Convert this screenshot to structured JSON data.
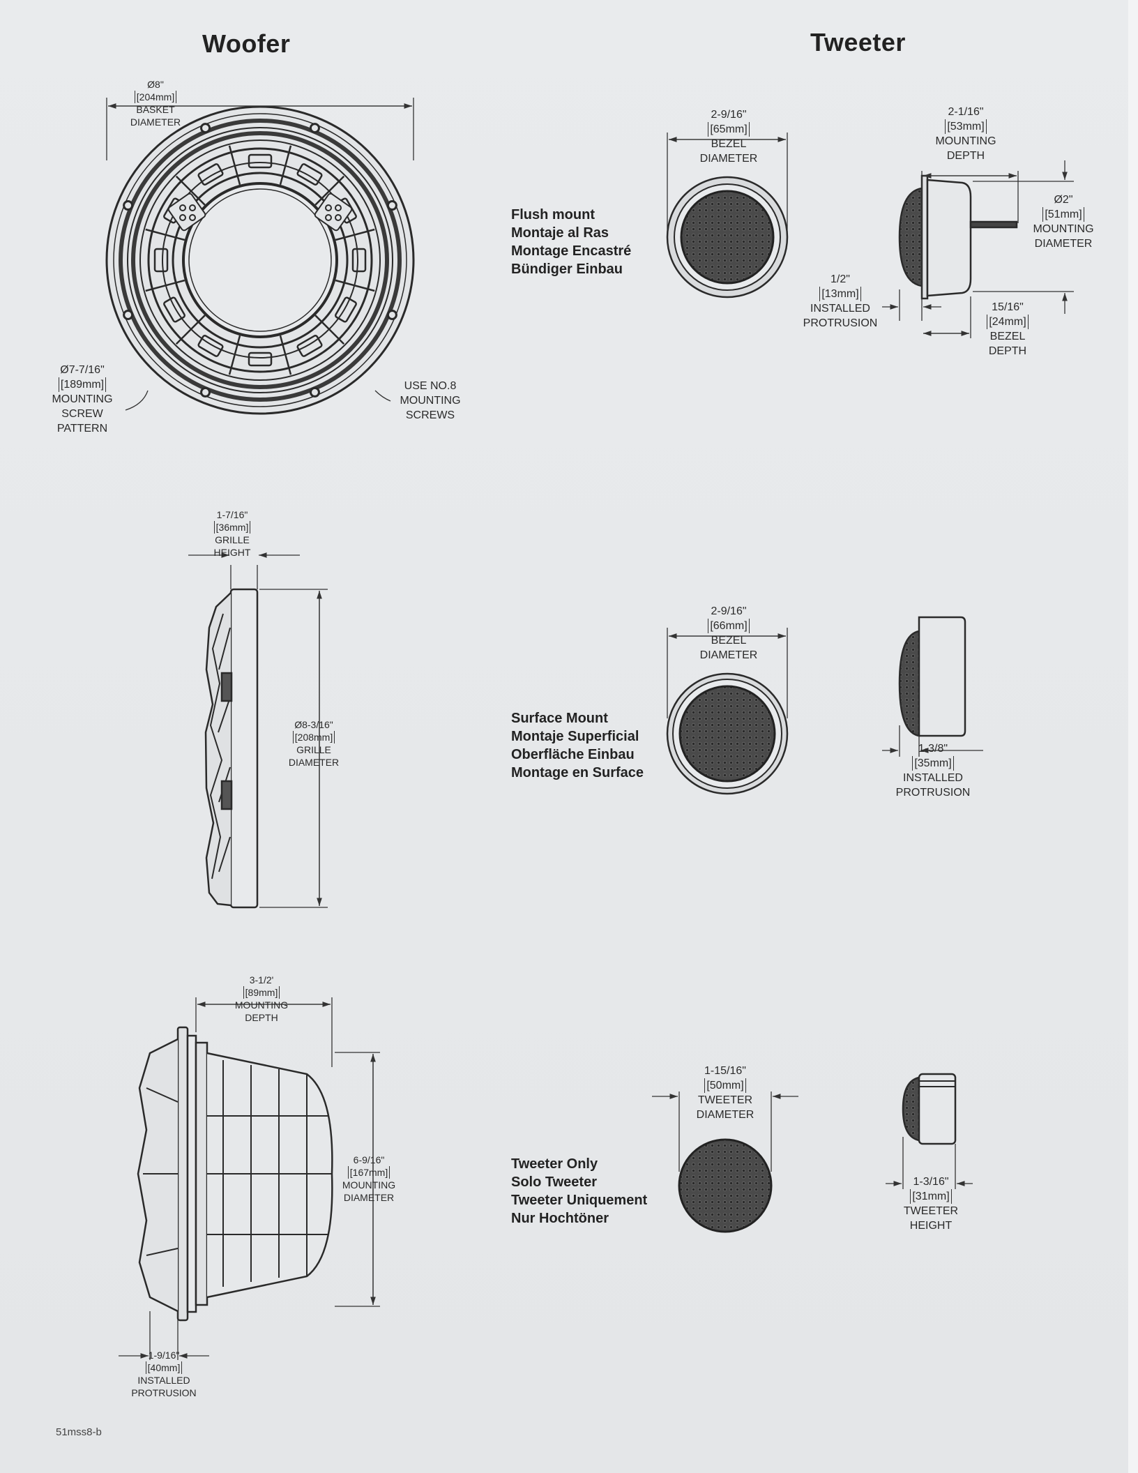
{
  "sections": {
    "woofer_title": "Woofer",
    "tweeter_title": "Tweeter"
  },
  "woofer": {
    "basket": {
      "line1": "Ø8\"",
      "line2": "[204mm]",
      "line3": "BASKET",
      "line4": "DIAMETER"
    },
    "screw_pattern": {
      "line1": "Ø7-7/16\"",
      "line2": "[189mm]",
      "line3": "MOUNTING",
      "line4": "SCREW",
      "line5": "PATTERN"
    },
    "screws": {
      "line1": "USE NO.8",
      "line2": "MOUNTING",
      "line3": "SCREWS"
    },
    "grille_height": {
      "line1": "1-7/16\"",
      "line2": "[36mm]",
      "line3": "GRILLE",
      "line4": "HEIGHT"
    },
    "grille_diameter": {
      "line1": "Ø8-3/16\"",
      "line2": "[208mm]",
      "line3": "GRILLE",
      "line4": "DIAMETER"
    },
    "mounting_depth": {
      "line1": "3-1/2'",
      "line2": "[89mm]",
      "line3": "MOUNTING",
      "line4": "DEPTH"
    },
    "mounting_diameter": {
      "line1": "6-9/16\"",
      "line2": "[167mm]",
      "line3": "MOUNTING",
      "line4": "DIAMETER"
    },
    "protrusion": {
      "line1": "1-9/16\"",
      "line2": "[40mm]",
      "line3": "INSTALLED",
      "line4": "PROTRUSION"
    }
  },
  "flush": {
    "labels": [
      "Flush mount",
      "Montaje al Ras",
      "Montage Encastré",
      "Bündiger Einbau"
    ],
    "bezel": {
      "line1": "2-9/16\"",
      "line2": "[65mm]",
      "line3": "BEZEL",
      "line4": "DIAMETER"
    },
    "depth": {
      "line1": "2-1/16\"",
      "line2": "[53mm]",
      "line3": "MOUNTING",
      "line4": "DEPTH"
    },
    "mount_dia": {
      "line1": "Ø2\"",
      "line2": "[51mm]",
      "line3": "MOUNTING",
      "line4": "DIAMETER"
    },
    "protrusion": {
      "line1": "1/2\"",
      "line2": "[13mm]",
      "line3": "INSTALLED",
      "line4": "PROTRUSION"
    },
    "bezel_depth": {
      "line1": "15/16\"",
      "line2": "[24mm]",
      "line3": "BEZEL",
      "line4": "DEPTH"
    }
  },
  "surface": {
    "labels": [
      "Surface Mount",
      "Montaje Superficial",
      "Oberfläche Einbau",
      "Montage en Surface"
    ],
    "bezel": {
      "line1": "2-9/16\"",
      "line2": "[66mm]",
      "line3": "BEZEL",
      "line4": "DIAMETER"
    },
    "protrusion": {
      "line1": "1-3/8\"",
      "line2": "[35mm]",
      "line3": "INSTALLED",
      "line4": "PROTRUSION"
    }
  },
  "tweeter_only": {
    "labels": [
      "Tweeter Only",
      "Solo Tweeter",
      "Tweeter Uniquement",
      "Nur Hochtöner"
    ],
    "diameter": {
      "line1": "1-15/16\"",
      "line2": "[50mm]",
      "line3": "TWEETER",
      "line4": "DIAMETER"
    },
    "height": {
      "line1": "1-3/16\"",
      "line2": "[31mm]",
      "line3": "TWEETER",
      "line4": "HEIGHT"
    }
  },
  "doc_code": "51mss8-b",
  "colors": {
    "paper": "#e6e8ea",
    "ink": "#222222",
    "grille": "#3a3a3a"
  }
}
